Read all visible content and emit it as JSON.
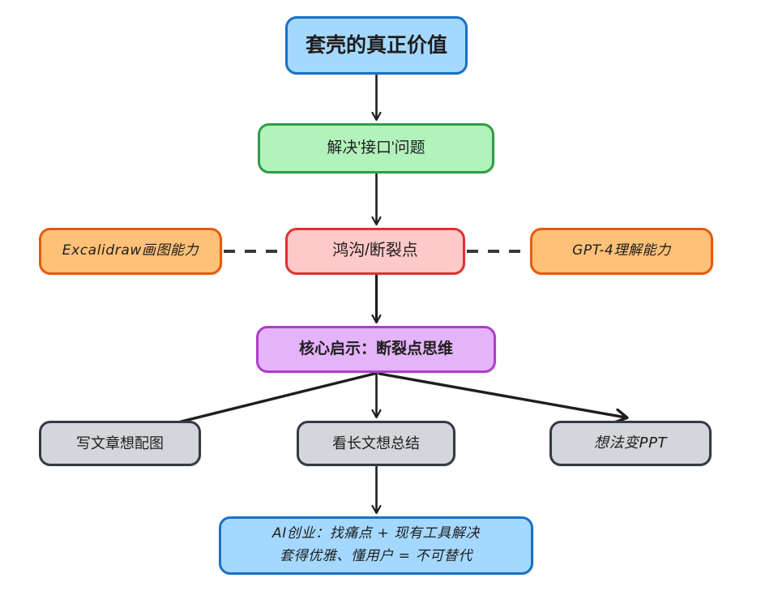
{
  "diagram": {
    "title_node": {
      "text": "套壳的真正价值"
    },
    "interface_node": {
      "text": "解决'接口'问题"
    },
    "excalidraw_node": {
      "text": "Excalidraw画图能力"
    },
    "gap_node": {
      "text": "鸿沟/断裂点"
    },
    "gpt_node": {
      "text": "GPT-4理解能力"
    },
    "core_node": {
      "text": "核心启示：断裂点思维"
    },
    "use_case_1": {
      "text": "写文章想配图"
    },
    "use_case_2": {
      "text": "看长文想总结"
    },
    "use_case_3": {
      "text": "想法变PPT"
    },
    "conclusion_node": {
      "line1": "AI创业：找痛点 + 现有工具解决",
      "line2": "套得优雅、懂用户 = 不可替代"
    },
    "colors": {
      "blue_fill": "#a5d8ff",
      "blue_stroke": "#1971c2",
      "green_fill": "#b2f2bb",
      "green_stroke": "#2f9e44",
      "orange_fill": "#ffc078",
      "orange_stroke": "#e8590c",
      "pink_fill": "#ffc9c9",
      "pink_stroke": "#e03131",
      "purple_fill": "#e5b3f9",
      "purple_stroke": "#ae3ec9",
      "gray_fill": "#d3d6da",
      "gray_stroke": "#343a40",
      "arrow": "#1e1e1e",
      "background": "#ffffff"
    },
    "edges": [
      {
        "name": "title-to-interface",
        "style": "solid-arrow"
      },
      {
        "name": "interface-to-gap",
        "style": "solid-arrow"
      },
      {
        "name": "excalidraw-to-gap",
        "style": "dashed"
      },
      {
        "name": "gap-to-gpt",
        "style": "dashed"
      },
      {
        "name": "gap-to-core",
        "style": "solid-arrow"
      },
      {
        "name": "core-to-use-case-1",
        "style": "solid-arrow"
      },
      {
        "name": "core-to-use-case-2",
        "style": "solid-arrow"
      },
      {
        "name": "core-to-use-case-3",
        "style": "solid-arrow"
      },
      {
        "name": "use-case-2-to-conclusion",
        "style": "solid-arrow"
      }
    ]
  }
}
